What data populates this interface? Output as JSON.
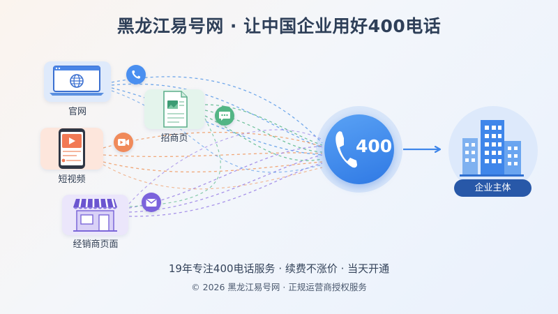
{
  "header": {
    "title": "黑龙江易号网 · 让中国企业用好400电话"
  },
  "sources": [
    {
      "label": "官网",
      "icon": "website-icon",
      "bubble_icon": "phone-icon"
    },
    {
      "label": "招商页",
      "icon": "document-icon",
      "bubble_icon": "chat-icon"
    },
    {
      "label": "短视频",
      "icon": "video-icon",
      "bubble_icon": "camera-icon"
    },
    {
      "label": "经销商页面",
      "icon": "store-icon",
      "bubble_icon": "mail-icon"
    }
  ],
  "hub": {
    "number": "400",
    "icon": "phone-handset-icon"
  },
  "enterprise": {
    "label": "企业主体",
    "icon": "building-icon"
  },
  "footer": {
    "tagline": "19年专注400电话服务 · 续费不涨价 · 当天开通",
    "copyright": "© 2026 黑龙江易号网 · 正规运营商授权服务"
  },
  "colors": {
    "hub_blue": "#2f79e4",
    "website_flow": "#5b9be8",
    "recruit_flow": "#5cba8c",
    "video_flow": "#f0a06c",
    "store_flow": "#9a82e6",
    "pill_navy": "#2858a8"
  }
}
